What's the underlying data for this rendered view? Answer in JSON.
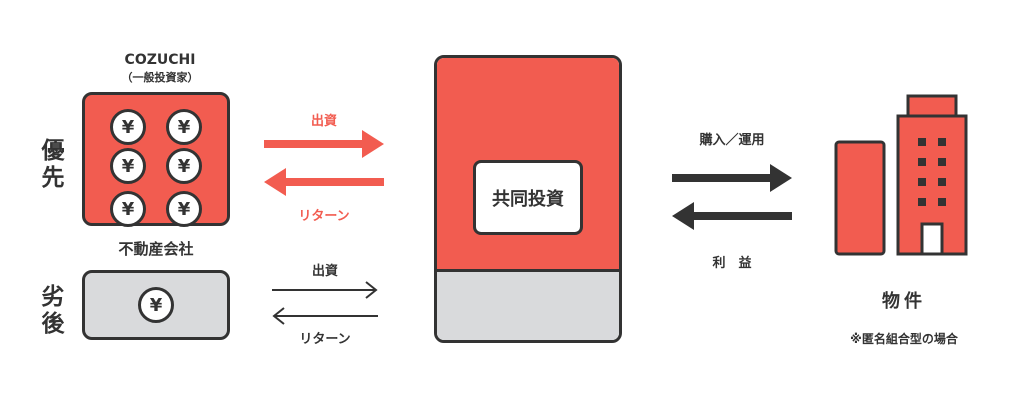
{
  "investor": {
    "name": "COZUCHI",
    "type": "（一般投資家）",
    "priority_label": "優先",
    "coin_symbol": "¥"
  },
  "company": {
    "name": "不動産会社",
    "subordinate_label": "劣後",
    "coin_symbol": "¥"
  },
  "flows_left": {
    "invest_top": "出資",
    "return_top": "リターン",
    "invest_bottom": "出資",
    "return_bottom": "リターン"
  },
  "center": {
    "label": "共同投資"
  },
  "flows_right": {
    "purchase_label": "購入／運用",
    "profit_label": "利　益"
  },
  "property": {
    "label": "物件",
    "note": "※匿名組合型の場合"
  },
  "colors": {
    "red": "#f25c50",
    "grey": "#d9dadc",
    "dark": "#333333"
  }
}
